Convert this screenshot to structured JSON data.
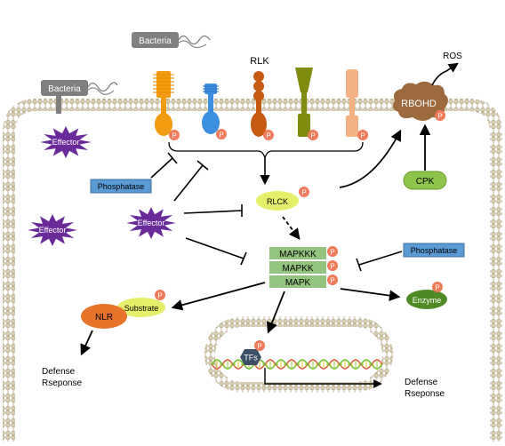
{
  "receptors": {
    "rlk_label": "RLK",
    "phospho_label": "P"
  },
  "bacteria": {
    "top_label": "Bacteria",
    "left_label": "Bacteria"
  },
  "rboh": {
    "label": "RBOHD",
    "product": "ROS"
  },
  "effectors": {
    "left_top": "Effector",
    "left_bottom": "Effector",
    "center": "Effector"
  },
  "phosphatases": {
    "left": "Phosphatase",
    "right": "Phosphatase"
  },
  "kinases": {
    "rlck": "RLCK",
    "cpk": "CPK",
    "mapkkk": "MAPKKK",
    "mapkk": "MAPKK",
    "mapk": "MAPK"
  },
  "targets": {
    "substrate": "Substrate",
    "nlr": "NLR",
    "enzyme": "Enzyme",
    "tfs": "TFs"
  },
  "outputs": {
    "defense_left_line1": "Defense",
    "defense_left_line2": "Rseponse",
    "defense_right_line1": "Defense",
    "defense_right_line2": "Rseponse"
  },
  "colors": {
    "membrane": "#d9d1b8",
    "membrane_dark": "#b9ae8e",
    "effector": "#6a2b9a",
    "phosphatase": "#5b9bd5",
    "rboh": "#9c6a3e",
    "cpk": "#8ec449",
    "rlck": "#e6ef6a",
    "mapk": "#92c37f",
    "nlr": "#e8742a",
    "enzyme": "#4f8a24",
    "tfs": "#3d4f66",
    "phospho": "#f07a5a",
    "bacteria": "#7f7f7f"
  }
}
